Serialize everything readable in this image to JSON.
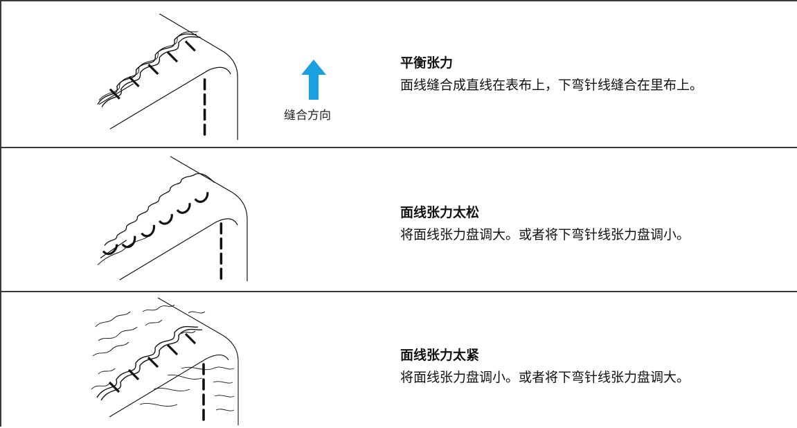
{
  "direction_label": "缝合方向",
  "accent_color": "#1a9fe0",
  "rows": [
    {
      "title": "平衡张力",
      "description": "面线缝合成直线在表布上，下弯针线缝合在里布上。"
    },
    {
      "title": "面线张力太松",
      "description": "将面线张力盘调大。或者将下弯针线张力盘调小。"
    },
    {
      "title": "面线张力太紧",
      "description": "将面线张力盘调小。或者将下弯针线张力盘调大。"
    }
  ]
}
